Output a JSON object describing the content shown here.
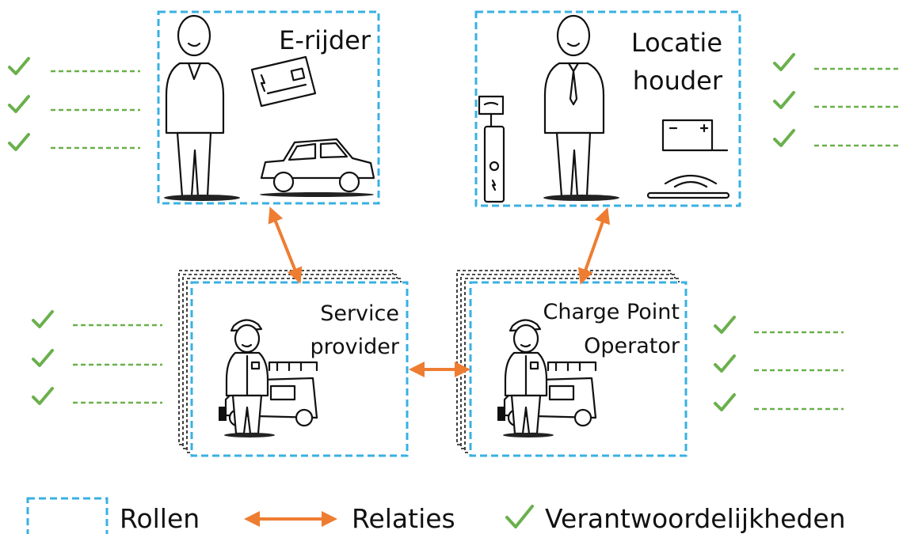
{
  "roles": {
    "e_rijder": {
      "label": "E-rijder"
    },
    "locatie_houder": {
      "label_line1": "Locatie",
      "label_line2": "houder"
    },
    "service_provider": {
      "label_line1": "Service",
      "label_line2": "provider"
    },
    "cpo": {
      "label_line1": "Charge Point",
      "label_line2": "Operator"
    }
  },
  "legend": {
    "rollen": "Rollen",
    "relaties": "Relaties",
    "verantwoordelijkheden": "Verantwoordelijkheden"
  },
  "colors": {
    "role_border": "#3ab0e2",
    "relation_arrow": "#ee7d31",
    "responsibility_check": "#6ab04c"
  },
  "icons": [
    "person-icon",
    "charge-card-icon",
    "car-icon",
    "charging-pole-icon",
    "battery-icon",
    "charging-pad-icon",
    "mechanic-icon",
    "van-icon",
    "check-icon"
  ]
}
